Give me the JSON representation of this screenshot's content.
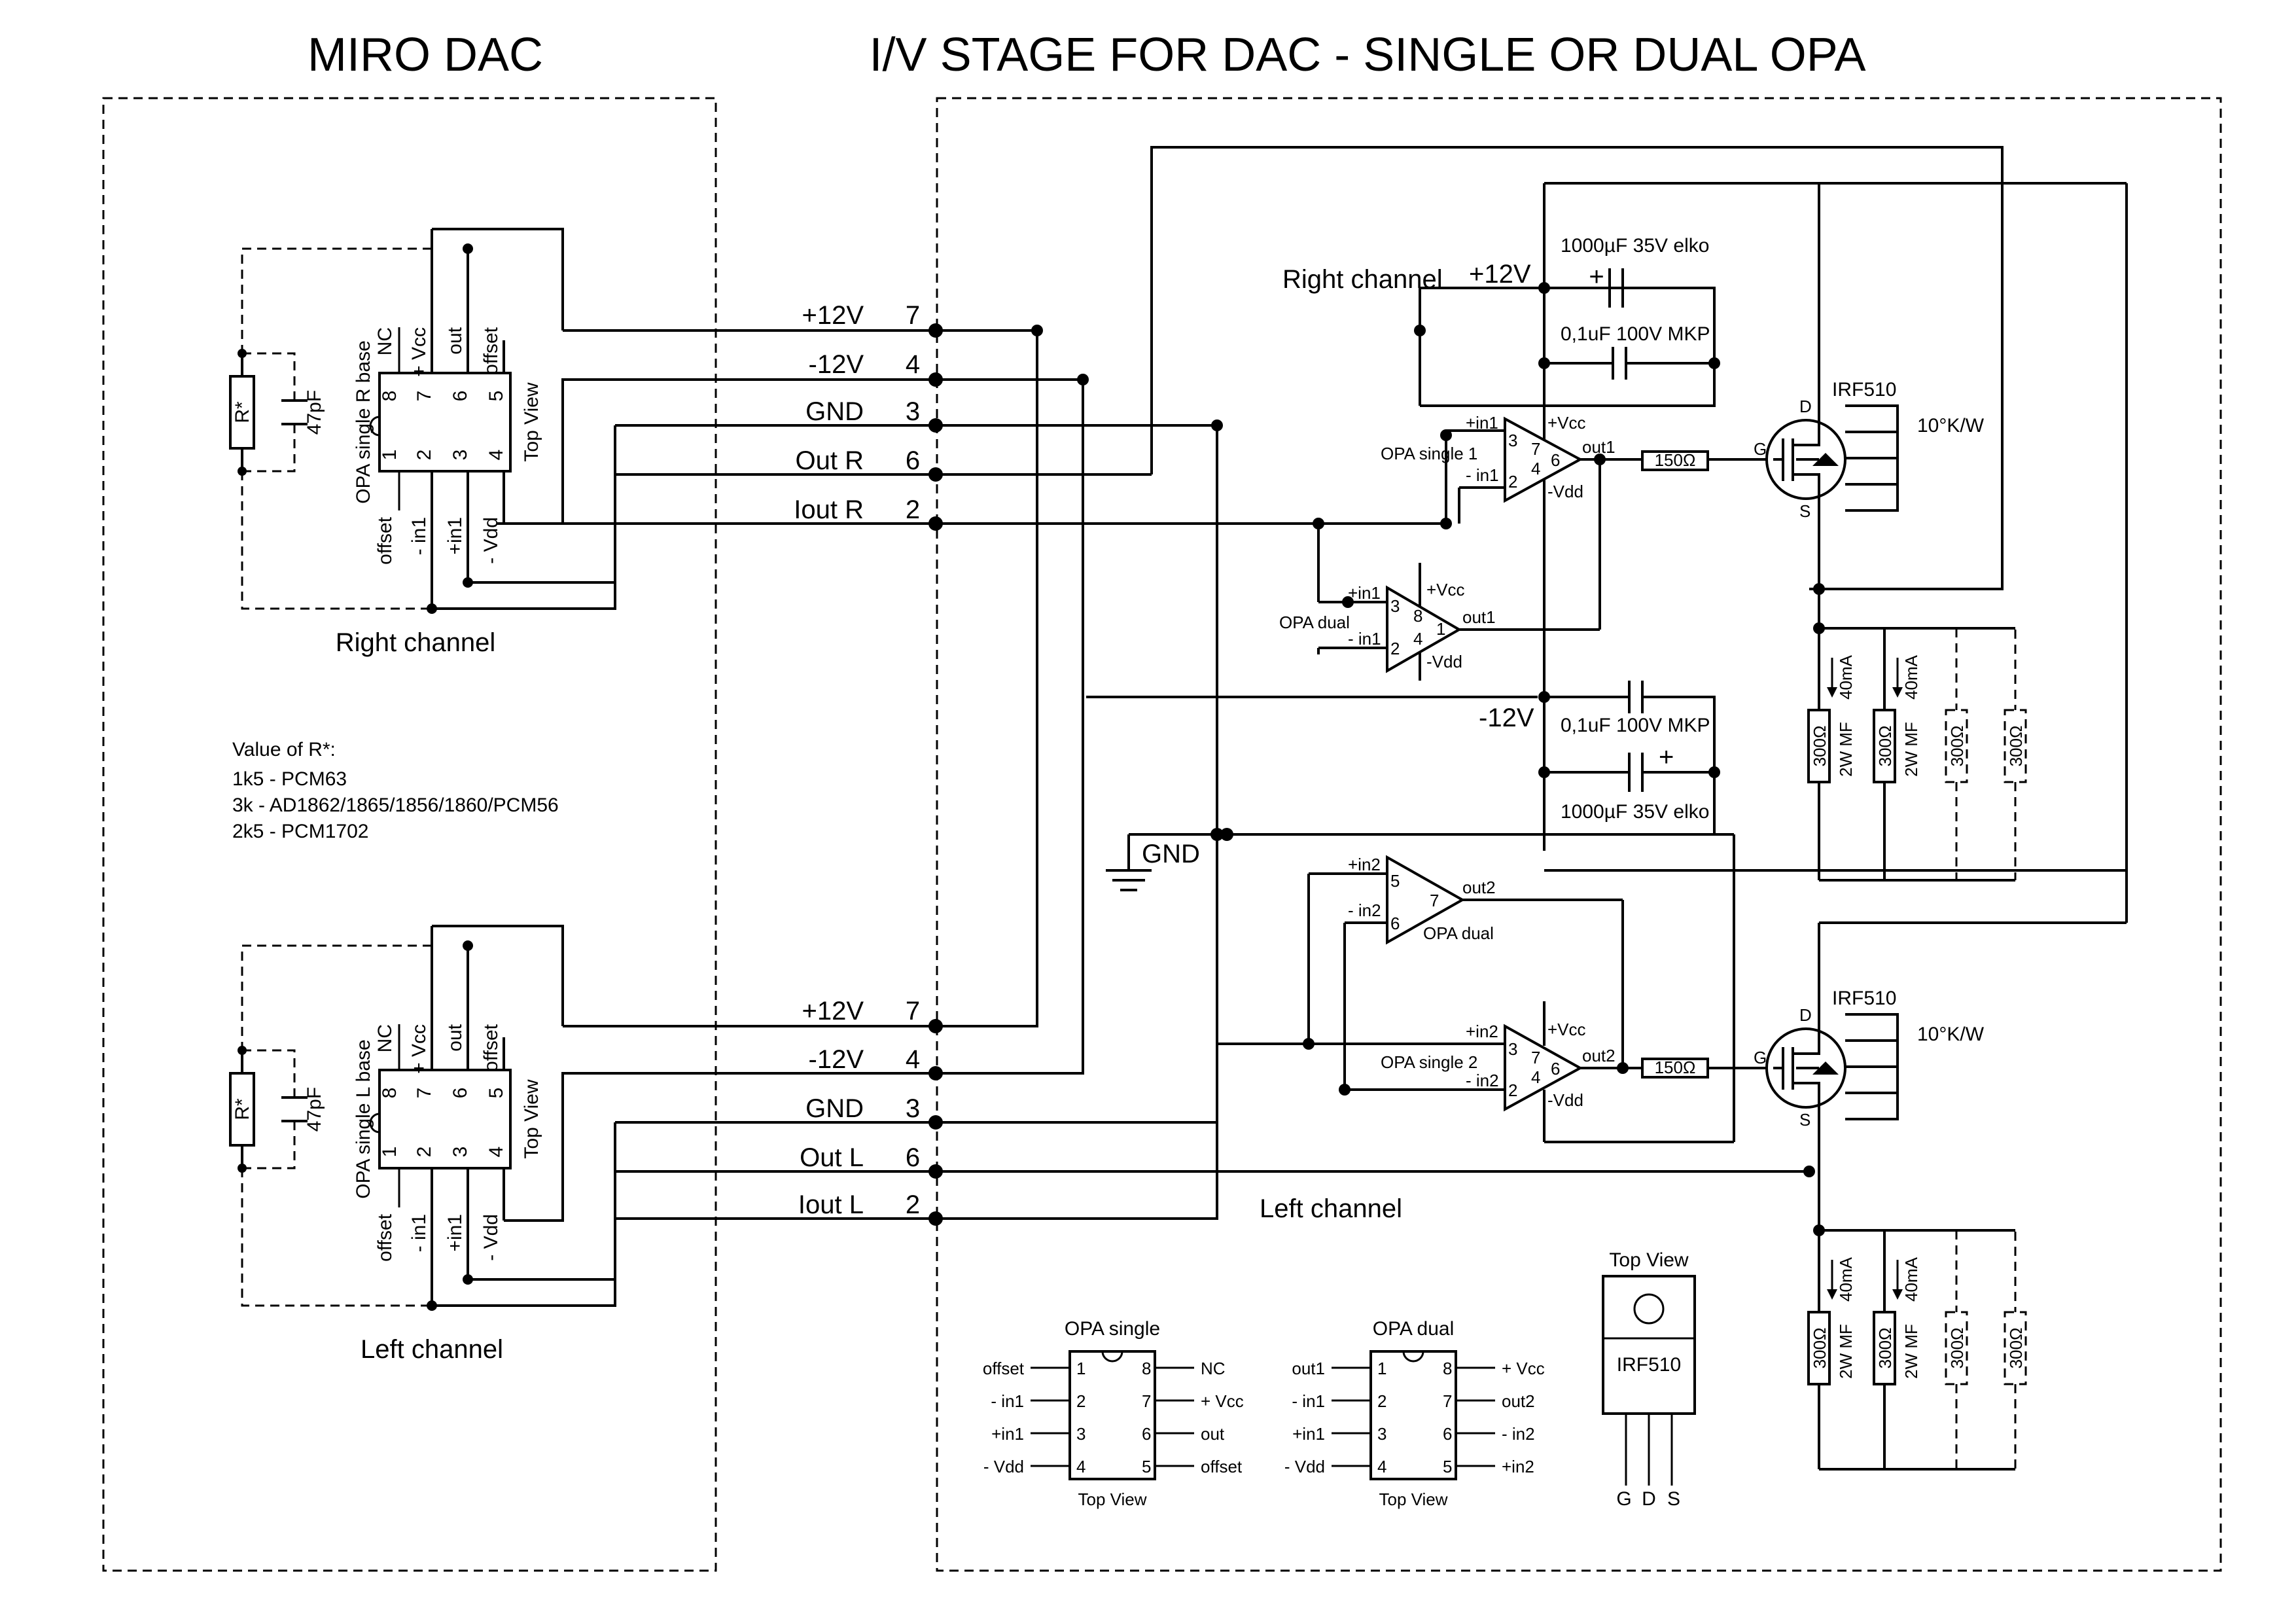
{
  "titles": {
    "left": "MIRO DAC",
    "right": "I/V STAGE FOR DAC - SINGLE OR  DUAL OPA"
  },
  "connector_upper": [
    {
      "label": "+12V",
      "pin": "7"
    },
    {
      "label": "-12V",
      "pin": "4"
    },
    {
      "label": "GND",
      "pin": "3"
    },
    {
      "label": "Out R",
      "pin": "6"
    },
    {
      "label": "Iout R",
      "pin": "2"
    }
  ],
  "connector_lower": [
    {
      "label": "+12V",
      "pin": "7"
    },
    {
      "label": "-12V",
      "pin": "4"
    },
    {
      "label": "GND",
      "pin": "3"
    },
    {
      "label": "Out L",
      "pin": "6"
    },
    {
      "label": "Iout L",
      "pin": "2"
    }
  ],
  "dac": {
    "r_channel_label": "Right channel",
    "l_channel_label": "Left channel",
    "base_r": "OPA single R base",
    "base_l": "OPA single L base",
    "top_view": "Top View",
    "top_pins": [
      "NC",
      "+ Vcc",
      "out",
      "offset"
    ],
    "top_pin_nums": [
      "8",
      "7",
      "6",
      "5"
    ],
    "bot_pins": [
      "offset",
      "- in1",
      "+in1",
      "- Vdd"
    ],
    "bot_pin_nums": [
      "1",
      "2",
      "3",
      "4"
    ],
    "r_star": "R*",
    "cap": "47pF",
    "note_title": "Value of R*:",
    "notes": [
      "1k5 - PCM63",
      "3k - AD1862/1865/1856/1860/PCM56",
      "2k5 - PCM1702"
    ]
  },
  "iv": {
    "right_channel": "Right channel",
    "left_channel": "Left channel",
    "plus12": "+12V",
    "minus12": "-12V",
    "gnd": "GND",
    "elko_top": "1000µF 35V elko",
    "mkp_top": "0,1uF 100V MKP",
    "mkp_bot": "0,1uF 100V MKP",
    "elko_bot": "1000µF 35V elko",
    "opa_single1": "OPA single 1",
    "opa_single2": "OPA single 2",
    "opa_dual": "OPA dual",
    "in1p": "+in1",
    "in1m": "- in1",
    "in2p": "+in2",
    "in2m": "- in2",
    "vcc": "+Vcc",
    "vdd": "-Vdd",
    "out1": "out1",
    "out2": "out2",
    "pin3": "3",
    "pin2": "2",
    "pin7": "7",
    "pin4": "4",
    "pin6": "6",
    "pin8": "8",
    "pin1": "1",
    "pin5": "5",
    "res150": "150Ω",
    "mosfet": "IRF510",
    "heatsink": "10°K/W",
    "g": "G",
    "d": "D",
    "s": "S",
    "res300": "300Ω",
    "rating": "2W MF",
    "current": "40mA",
    "plus_sign": "+"
  },
  "legend_single": {
    "title": "OPA single",
    "left": [
      "offset",
      "- in1",
      "+in1",
      "- Vdd"
    ],
    "left_nums": [
      "1",
      "2",
      "3",
      "4"
    ],
    "right": [
      "NC",
      "+ Vcc",
      "out",
      "offset"
    ],
    "right_nums": [
      "8",
      "7",
      "6",
      "5"
    ],
    "caption": "Top View"
  },
  "legend_dual": {
    "title": "OPA dual",
    "left": [
      "out1",
      "- in1",
      "+in1",
      "- Vdd"
    ],
    "left_nums": [
      "1",
      "2",
      "3",
      "4"
    ],
    "right": [
      "+ Vcc",
      "out2",
      "- in2",
      "+in2"
    ],
    "right_nums": [
      "8",
      "7",
      "6",
      "5"
    ],
    "caption": "Top View"
  },
  "legend_fet": {
    "title": "Top View",
    "name": "IRF510",
    "pins": [
      "G",
      "D",
      "S"
    ]
  }
}
